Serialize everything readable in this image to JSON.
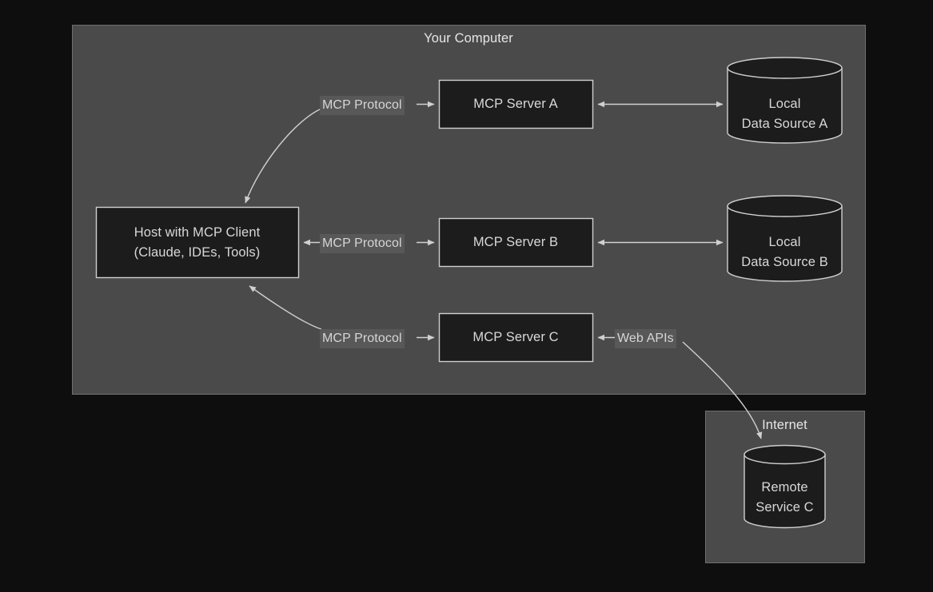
{
  "diagram": {
    "title": "Your Computer",
    "groups": [
      {
        "id": "your-computer",
        "label": "Your Computer"
      },
      {
        "id": "internet",
        "label": "Internet"
      }
    ],
    "nodes": {
      "host": {
        "line1": "Host with MCP Client",
        "line2": "(Claude, IDEs, Tools)"
      },
      "server_a": {
        "label": "MCP Server A"
      },
      "server_b": {
        "label": "MCP Server B"
      },
      "server_c": {
        "label": "MCP Server C"
      },
      "data_a": {
        "line1": "Local",
        "line2": "Data Source A"
      },
      "data_b": {
        "line1": "Local",
        "line2": "Data Source B"
      },
      "remote_c": {
        "line1": "Remote",
        "line2": "Service C"
      }
    },
    "edge_labels": {
      "mcp_a": "MCP Protocol",
      "mcp_b": "MCP Protocol",
      "mcp_c": "MCP Protocol",
      "web_apis": "Web APIs"
    },
    "colors": {
      "page_background": "#0e0e0f",
      "group_fill": "#4a4a4a",
      "group_border": "#6f6f6f",
      "node_fill": "#1c1c1c",
      "node_border": "#cfcfcf",
      "edge_stroke": "#d0d0d0",
      "label_background": "#585858",
      "text": "#d8d8d8"
    }
  }
}
